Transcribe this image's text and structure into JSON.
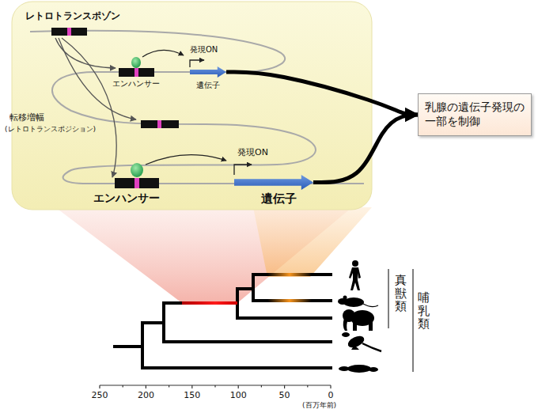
{
  "diagram": {
    "nodes": [
      {
        "text": [
          "遺伝子"
        ]
      },
      {
        "text": [
          "遺伝子"
        ]
      },
      {
        "text": [
          "乳腺の遺伝子発現の一部を制御"
        ]
      }
    ],
    "edges": [
      {
        "from": 0,
        "to": 2,
        "arrow": "to"
      },
      {
        "from": 1,
        "to": 2,
        "arrow": "to"
      }
    ],
    "labels": [
      "レトロトランスポゾン",
      "エンハンサー",
      "発現ON",
      "転移増幅",
      "(レトロトランスポジション)",
      "発現ON",
      "エンハンサー",
      "真獣類",
      "哺乳類",
      "250",
      "200",
      "150",
      "100",
      "50",
      "0",
      "(百万年前)"
    ]
  }
}
